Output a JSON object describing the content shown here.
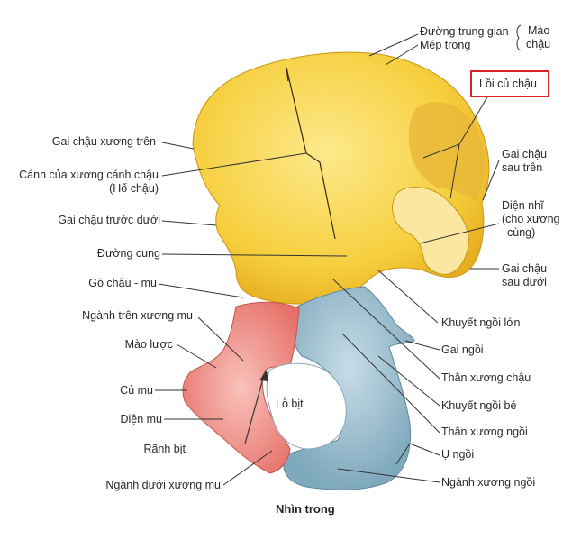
{
  "figure": {
    "caption": "Nhìn trong"
  },
  "labels": {
    "duong_trung_gian": "Đường trung gian",
    "mep_trong": "Mép trong",
    "mao_chau": "Mào",
    "mao_chau_2": "chậu",
    "loi_cu_chau": "Lồi củ chậu",
    "gai_chau_xuong_tren": "Gai chậu xương trên",
    "canh_xuong_canh_chau": "Cánh của xương cánh chậu",
    "ho_chau": "(Hố chậu)",
    "gai_chau_sau_tren": "Gai chậu",
    "gai_chau_sau_tren_2": "sau trên",
    "dien_nhi": "Diện nhĩ",
    "dien_nhi_2": "(cho xương",
    "dien_nhi_3": "cùng)",
    "gai_chau_truoc_duoi": "Gai chậu trước dưới",
    "duong_cung": "Đường cung",
    "gai_chau_sau_duoi": "Gai chậu",
    "gai_chau_sau_duoi_2": "sau dưới",
    "go_chau_mu": "Gò chậu - mu",
    "nganh_tren_xuong_mu": "Ngành trên xương mu",
    "khuyet_ngoi_lon": "Khuyết ngồi lớn",
    "mao_luoc": "Mào lược",
    "gai_ngoi": "Gai ngồi",
    "than_xuong_chau": "Thân xương chậu",
    "cu_mu": "Củ mu",
    "khuyet_ngoi_be": "Khuyết ngồi bé",
    "lo_bit": "Lỗ bịt",
    "dien_mu": "Diện mu",
    "than_xuong_ngoi": "Thân xương ngồi",
    "ranh_bit": "Rãnh bịt",
    "u_ngoi": "Ụ ngồi",
    "nganh_duoi_xuong_mu": "Ngành dưới xương mu",
    "nganh_xuong_ngoi": "Ngành xương ngồi"
  },
  "colors": {
    "ilium": "#f4c935",
    "ilium_light": "#fbe27a",
    "pubis": "#ec8a82",
    "ischium": "#9fc4d4",
    "highlight_box": "#d8232a"
  }
}
